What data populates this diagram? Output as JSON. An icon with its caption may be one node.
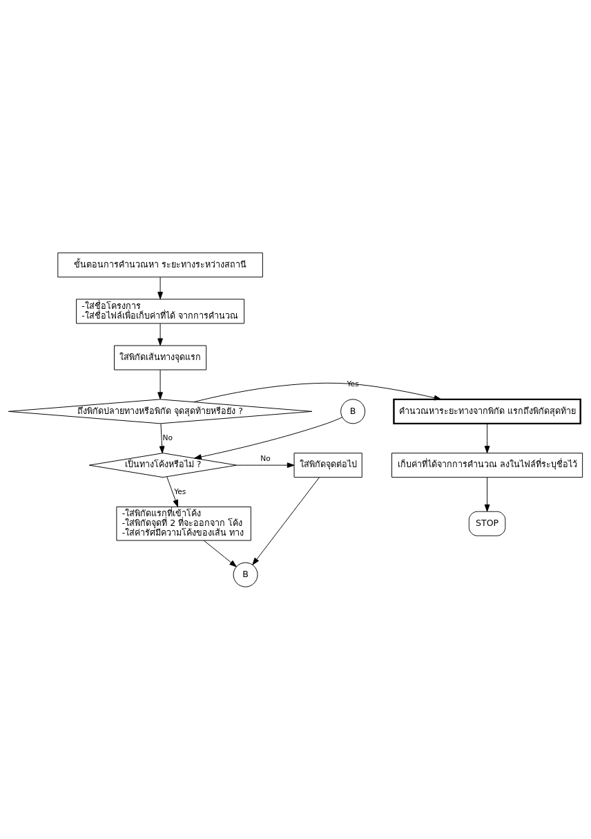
{
  "diagram": {
    "nodes": [
      {
        "text": [
          "ขั้นตอนการคำนวณหา ระยะทางระหว่างสถานี"
        ]
      },
      {
        "text": [
          "-ใส่ชื่อโครงการ",
          "-ใส่ชื่อไฟล์เพื่อเก็บค่าที่ได้ จากการคำนวณ"
        ]
      },
      {
        "text": [
          "ใส่พิกัดเส้นทางจุดแรก"
        ]
      },
      {
        "text": [
          "ถึงพิกัดปลายทางหรือพิกัด จุดสุดท้ายหรือยัง ?"
        ]
      },
      {
        "text": [
          "คำนวณหาระยะทางจากพิกัด แรกถึงพิกัดสุดท้าย"
        ]
      },
      {
        "text": [
          "B"
        ]
      },
      {
        "text": [
          "เป็นทางโค้งหรือไม่ ?"
        ]
      },
      {
        "text": [
          "ใส่พิกัดจุดต่อไป"
        ]
      },
      {
        "text": [
          "เก็บค่าที่ได้จากการคำนวณ ลงในไฟล์ที่ระบุชื่อไว้"
        ]
      },
      {
        "text": [
          "-ใส่พิกัดแรกที่เข้าโค้ง",
          "-ใส่พิกัดจุดที่ 2 ที่จะออกจาก โค้ง",
          "-ใส่ค่ารัศมีความโค้งของเส้น ทาง"
        ]
      },
      {
        "text": [
          "STOP"
        ]
      },
      {
        "text": [
          "B"
        ]
      }
    ],
    "edges": [
      {
        "from": 0,
        "to": 1,
        "arrow": "to"
      },
      {
        "from": 1,
        "to": 2,
        "arrow": "to"
      },
      {
        "from": 2,
        "to": 3,
        "arrow": "to"
      },
      {
        "from": 3,
        "to": 4,
        "arrow": "to",
        "label": "Yes"
      },
      {
        "from": 3,
        "to": 6,
        "arrow": "to",
        "label": "No"
      },
      {
        "from": 5,
        "to": 6,
        "arrow": "to"
      },
      {
        "from": 6,
        "to": 7,
        "arrow": "to",
        "label": "No"
      },
      {
        "from": 6,
        "to": 9,
        "arrow": "to",
        "label": "Yes"
      },
      {
        "from": 4,
        "to": 8,
        "arrow": "to"
      },
      {
        "from": 8,
        "to": 10,
        "arrow": "to"
      },
      {
        "from": 7,
        "to": 11,
        "arrow": "to"
      },
      {
        "from": 9,
        "to": 11,
        "arrow": "to"
      }
    ]
  }
}
